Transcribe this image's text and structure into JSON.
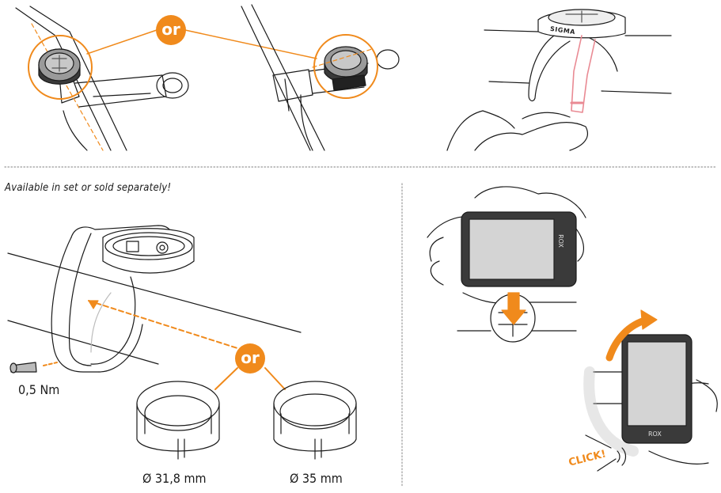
{
  "colors": {
    "accent": "#f08a1c",
    "line": "#1a1a1a",
    "screen": "#d4d4d4",
    "device": "#3a3a3a",
    "strap": "#e98a93"
  },
  "labels": {
    "or": "or",
    "note": "Available in set or sold separately!",
    "torque": "0,5 Nm",
    "diameter_small": "Ø 31,8 mm",
    "diameter_large": "Ø 35 mm",
    "click": "CLICK!",
    "brand": "SIGMA",
    "device_name": "ROX"
  }
}
